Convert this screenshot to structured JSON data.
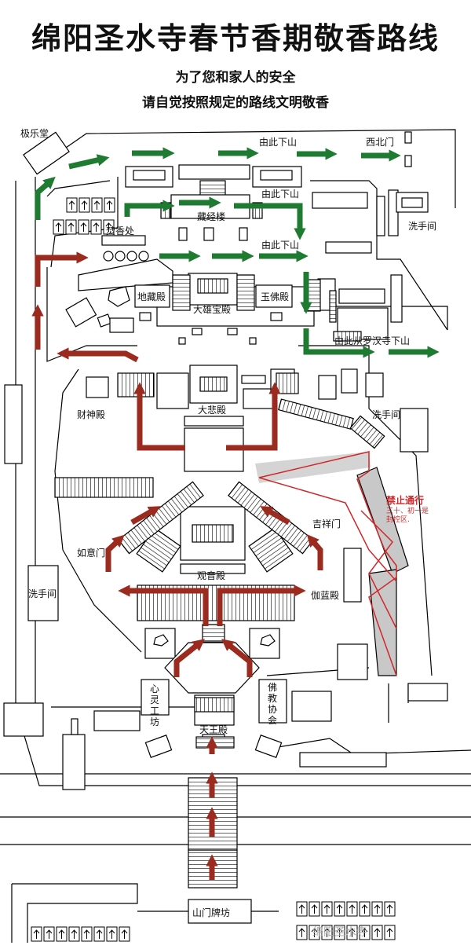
{
  "title": "绵阳圣水寺春节香期敬香路线",
  "subtitle_line1": "为了您和家人的安全",
  "subtitle_line2": "请自觉按照规定的路线文明敬香",
  "colors": {
    "route_green": "#1f7a32",
    "route_red": "#9b2a1f",
    "restricted": "#d0282a",
    "stairs_gray": "#c8c8c8"
  },
  "labels": {
    "jile_tang": "极乐堂",
    "cangjing_lou": "藏经楼",
    "fenxiang_chu": "焚香处",
    "dizang_dian": "地藏殿",
    "daxiong_baodian": "大雄宝殿",
    "yufo_dian": "玉佛殿",
    "caishen_dian": "财神殿",
    "dabei_dian": "大悲殿",
    "ruyi_men": "如意门",
    "guanyin_dian": "观音殿",
    "jixiang_men": "吉祥门",
    "qielan_dian": "伽蓝殿",
    "xinling_gongfang": "心灵工坊",
    "fojiao_xiehui": "佛教协会",
    "tianwang_dian": "天王殿",
    "shanmen_paifang": "山门牌坊",
    "xishou_1": "洗手间",
    "xishou_2": "洗手间",
    "xishou_3": "洗手间",
    "xibei_men": "西北门",
    "youci_xiashan_1": "由此下山",
    "youci_xiashan_2": "由此下山",
    "youci_xiashan_3": "由此下山",
    "youci_luohan": "由此从罗汉寺下山"
  },
  "restricted": {
    "title": "禁止通行",
    "note": "三十、初一是封控区."
  },
  "watermark": "绵阳圣水寺",
  "icons": [
    "parking-icon",
    "arrow-route-icon"
  ]
}
